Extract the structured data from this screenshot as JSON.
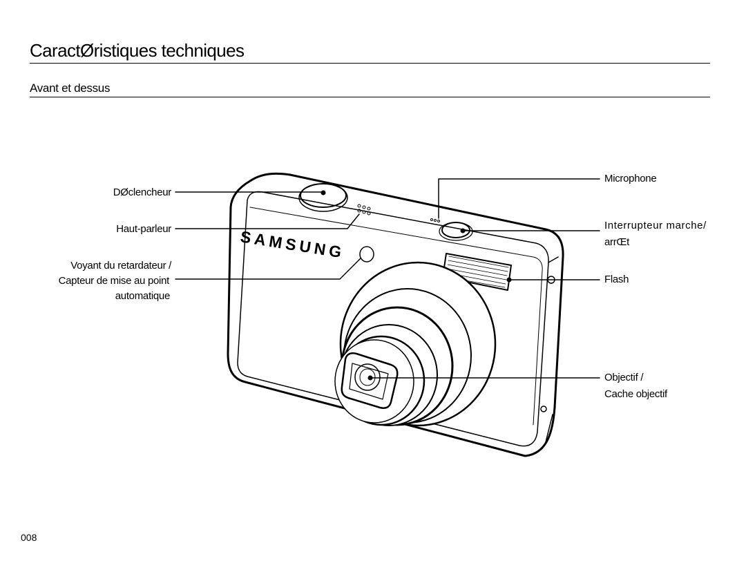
{
  "heading": "CaractØristiques techniques",
  "subheading": "Avant et dessus",
  "brand": "SAMSUNG",
  "labels": {
    "shutter": "DØclencheur",
    "speaker": "Haut-parleur",
    "timer_line1": "Voyant du retardateur /",
    "timer_line2": "Capteur de mise au point",
    "timer_line3": "automatique",
    "microphone": "Microphone",
    "power_line1": "Interrupteur marche/",
    "power_line2": "arrŒt",
    "flash": "Flash",
    "lens_line1": "Objectif /",
    "lens_line2": "Cache objectif"
  },
  "page_number": "008"
}
